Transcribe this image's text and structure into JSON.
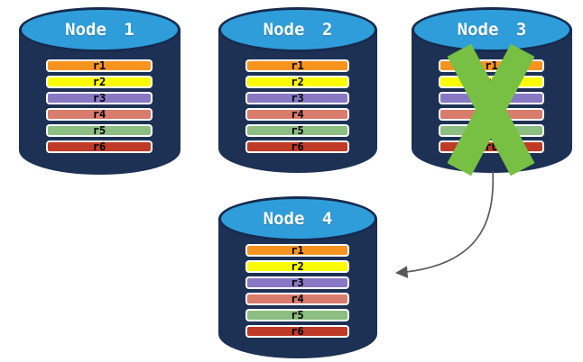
{
  "palette": {
    "cylinder_body": "#1d3155",
    "cylinder_top": "#2f9dd9",
    "cylinder_outline": "#162b4f",
    "title_text": "#ffffff",
    "bar_border": "#ffffff",
    "bar_text": "#000000",
    "failure_x": "#77c043",
    "arrow": "#595959",
    "background": "#ffffff"
  },
  "rows": [
    {
      "label": "r1",
      "color": "#f79420"
    },
    {
      "label": "r2",
      "color": "#fcfc00"
    },
    {
      "label": "r3",
      "color": "#8878c4"
    },
    {
      "label": "r4",
      "color": "#d97b6d"
    },
    {
      "label": "r5",
      "color": "#8cbe82"
    },
    {
      "label": "r6",
      "color": "#c03a28"
    }
  ],
  "nodes": [
    {
      "id": "node-1",
      "label": "Node 1",
      "failed": false
    },
    {
      "id": "node-2",
      "label": "Node 2",
      "failed": false
    },
    {
      "id": "node-3",
      "label": "Node 3",
      "failed": true
    },
    {
      "id": "node-4",
      "label": "Node 4",
      "failed": false
    }
  ],
  "arrow": {
    "from": "node-3",
    "to": "node-4"
  }
}
